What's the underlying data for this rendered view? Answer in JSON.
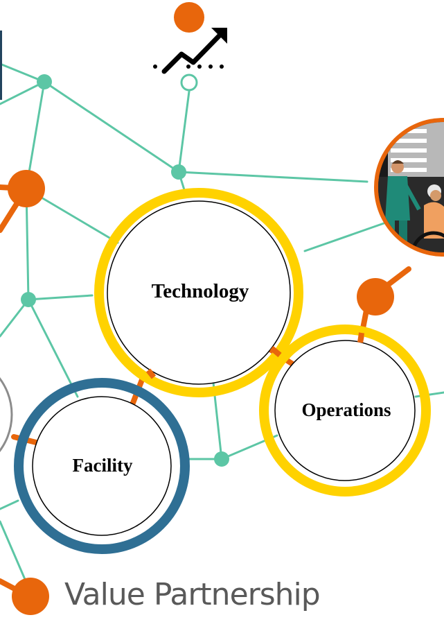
{
  "colors": {
    "teal": "#5cc6a5",
    "orange": "#e8660c",
    "gold": "#ffd200",
    "blue": "#2f6f94",
    "navy": "#22445e",
    "caption": "#595959",
    "gray": "#8c8c8c"
  },
  "hubs": {
    "technology": {
      "label": "Technology",
      "ring_color": "gold"
    },
    "operations": {
      "label": "Operations",
      "ring_color": "gold"
    },
    "facility": {
      "label": "Facility",
      "ring_color": "blue"
    }
  },
  "icons": {
    "growth": "trending-up-arrow-icon",
    "care": "caregiver-pushing-wheelchair-illustration"
  },
  "caption": {
    "text": "Value Partnership"
  }
}
